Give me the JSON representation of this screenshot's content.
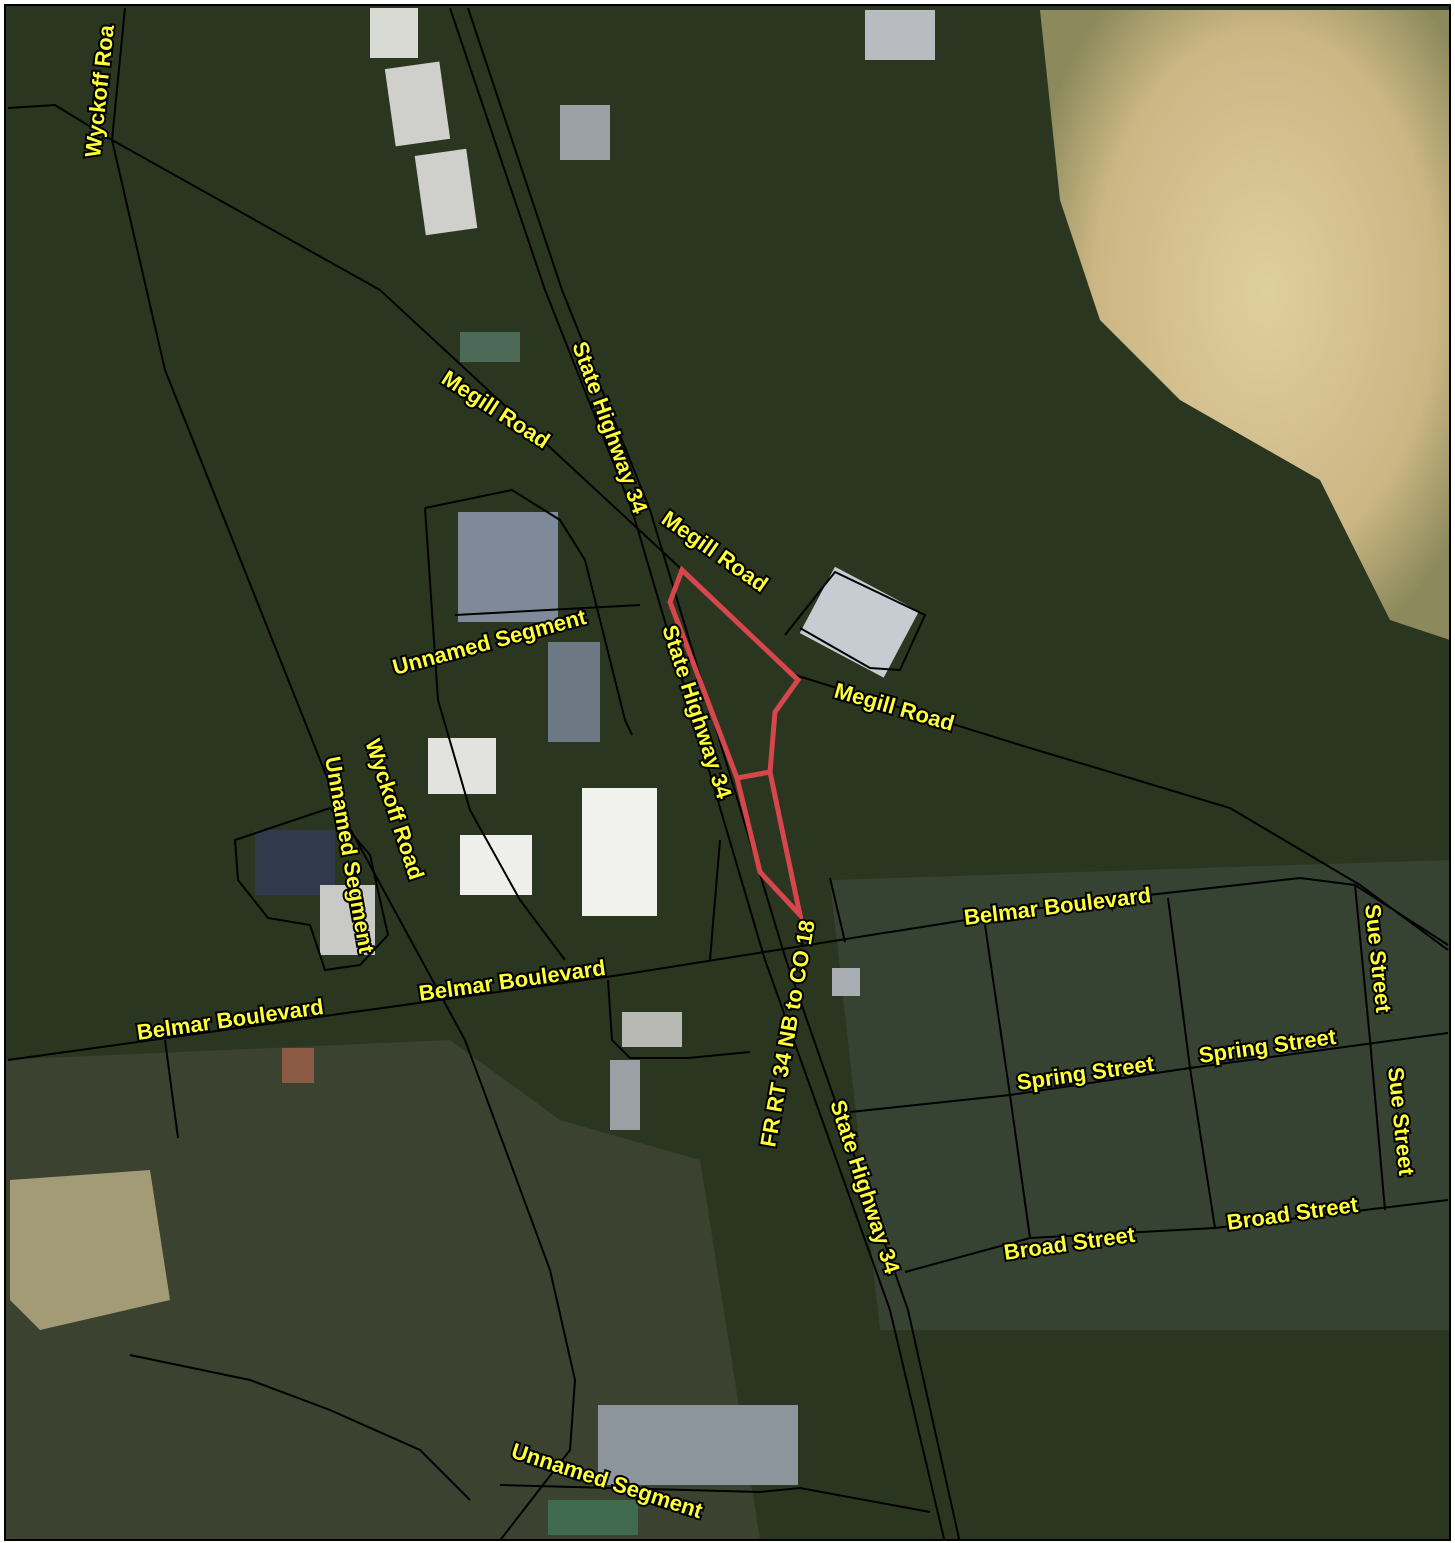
{
  "map": {
    "title": "",
    "colors": {
      "label_fill": "#ffff38",
      "label_outline": "#000000",
      "road_line": "#000000",
      "parcel_outline": "#d6464c",
      "forest": "#2b3620",
      "clearing": "#dccb9a"
    },
    "labels": {
      "wyckoff_top": "Wyckoff Roa",
      "megill_1": "Megill Road",
      "megill_2": "Megill Road",
      "megill_3": "Megill Road",
      "sh34_1": "State Highway 34",
      "sh34_2": "State Highway 34",
      "sh34_3": "State Highway 34",
      "unnamed_1": "Unnamed Segment",
      "unnamed_2": "Unnamed Segment",
      "unnamed_3": "Unnamed Segment",
      "wyckoff_mid": "Wyckoff Road",
      "fr_rt34": "FR RT 34 NB to CO 18",
      "belmar_1": "Belmar Boulevard",
      "belmar_2": "Belmar Boulevard",
      "belmar_3": "Belmar Boulevard",
      "sue_1": "Sue Street",
      "sue_2": "Sue Street",
      "spring_1": "Spring Street",
      "spring_2": "Spring Street",
      "broad_1": "Broad Street",
      "broad_2": "Broad Street"
    }
  }
}
